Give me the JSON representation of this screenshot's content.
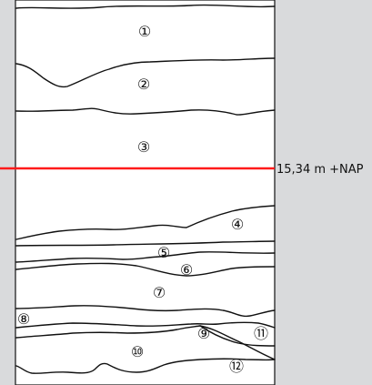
{
  "colors": {
    "background": "#d9dadc",
    "section": "#ffffff",
    "line": "#111111",
    "reference": "#ff1a1a"
  },
  "reference_line": {
    "label": "15,34 m +NAP"
  },
  "layers": [
    {
      "id": "1",
      "marker": "①"
    },
    {
      "id": "2",
      "marker": "②"
    },
    {
      "id": "3",
      "marker": "③"
    },
    {
      "id": "4",
      "marker": "④"
    },
    {
      "id": "5",
      "marker": "⑤"
    },
    {
      "id": "6",
      "marker": "⑥"
    },
    {
      "id": "7",
      "marker": "⑦"
    },
    {
      "id": "8",
      "marker": "⑧"
    },
    {
      "id": "9",
      "marker": "⑨"
    },
    {
      "id": "10",
      "marker": "⑩"
    },
    {
      "id": "11",
      "marker": "⑪"
    },
    {
      "id": "12",
      "marker": "⑫"
    }
  ]
}
